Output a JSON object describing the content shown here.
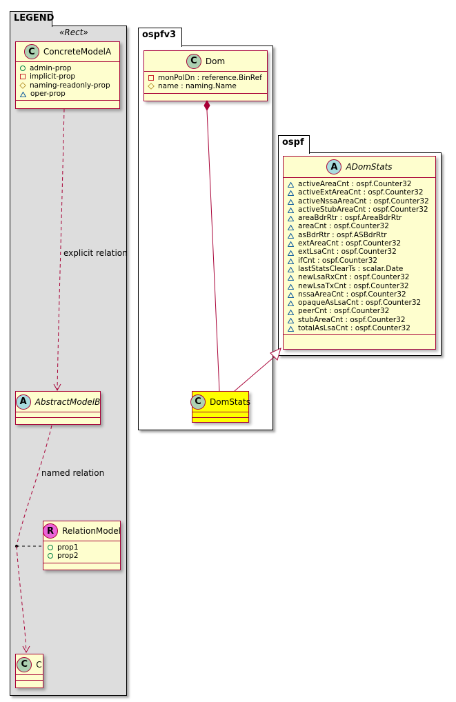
{
  "packages": [
    {
      "id": "legend",
      "name": "LEGEND",
      "fill": "#DDDDDD",
      "stereotype": "«Rect»"
    },
    {
      "id": "ospfv3",
      "name": "ospfv3",
      "fill": "#FFFFFF"
    },
    {
      "id": "ospf",
      "name": "ospf",
      "fill": "#FFFFFF"
    }
  ],
  "classes": [
    {
      "id": "concrete-model-a",
      "kind": "C",
      "name": "ConcreteModelA",
      "italic": false,
      "fill": "#FEFECE",
      "attributes": [
        {
          "vis": "+",
          "text": "admin-prop"
        },
        {
          "vis": "-",
          "text": "implicit-prop"
        },
        {
          "vis": "#",
          "text": "naming-readonly-prop"
        },
        {
          "vis": "~",
          "text": "oper-prop"
        }
      ]
    },
    {
      "id": "abstract-model-b",
      "kind": "A",
      "name": "AbstractModelB",
      "italic": true,
      "fill": "#FEFECE",
      "attributes": []
    },
    {
      "id": "relation-model",
      "kind": "R",
      "name": "RelationModel",
      "italic": false,
      "fill": "#FEFECE",
      "attributes": [
        {
          "vis": "+",
          "text": "prop1"
        },
        {
          "vis": "+",
          "text": "prop2"
        }
      ]
    },
    {
      "id": "c",
      "kind": "C",
      "name": "C",
      "italic": false,
      "fill": "#FEFECE",
      "attributes": []
    },
    {
      "id": "dom",
      "kind": "C",
      "name": "Dom",
      "italic": false,
      "fill": "#FEFECE",
      "attributes": [
        {
          "vis": "-",
          "text": "monPolDn : reference.BinRef"
        },
        {
          "vis": "#",
          "text": "name : naming.Name"
        }
      ]
    },
    {
      "id": "dom-stats",
      "kind": "C",
      "name": "DomStats",
      "italic": false,
      "fill": "#FFFF00",
      "attributes": []
    },
    {
      "id": "adom-stats",
      "kind": "A",
      "name": "ADomStats",
      "italic": true,
      "fill": "#FEFECE",
      "attributes": [
        {
          "vis": "~",
          "text": "activeAreaCnt : ospf.Counter32"
        },
        {
          "vis": "~",
          "text": "activeExtAreaCnt : ospf.Counter32"
        },
        {
          "vis": "~",
          "text": "activeNssaAreaCnt : ospf.Counter32"
        },
        {
          "vis": "~",
          "text": "activeStubAreaCnt : ospf.Counter32"
        },
        {
          "vis": "~",
          "text": "areaBdrRtr : ospf.AreaBdrRtr"
        },
        {
          "vis": "~",
          "text": "areaCnt : ospf.Counter32"
        },
        {
          "vis": "~",
          "text": "asBdrRtr : ospf.ASBdrRtr"
        },
        {
          "vis": "~",
          "text": "extAreaCnt : ospf.Counter32"
        },
        {
          "vis": "~",
          "text": "extLsaCnt : ospf.Counter32"
        },
        {
          "vis": "~",
          "text": "ifCnt : ospf.Counter32"
        },
        {
          "vis": "~",
          "text": "lastStatsClearTs : scalar.Date"
        },
        {
          "vis": "~",
          "text": "newLsaRxCnt : ospf.Counter32"
        },
        {
          "vis": "~",
          "text": "newLsaTxCnt : ospf.Counter32"
        },
        {
          "vis": "~",
          "text": "nssaAreaCnt : ospf.Counter32"
        },
        {
          "vis": "~",
          "text": "opaqueAsLsaCnt : ospf.Counter32"
        },
        {
          "vis": "~",
          "text": "peerCnt : ospf.Counter32"
        },
        {
          "vis": "~",
          "text": "stubAreaCnt : ospf.Counter32"
        },
        {
          "vis": "~",
          "text": "totalAsLsaCnt : ospf.Counter32"
        }
      ]
    }
  ],
  "relations": [
    {
      "id": "explicit",
      "from": "ConcreteModelA",
      "to": "AbstractModelB",
      "type": "dependency",
      "label": "explicit relation"
    },
    {
      "id": "named",
      "from": "AbstractModelB",
      "to": "C",
      "type": "dependency",
      "label": "named relation",
      "association_class": "RelationModel"
    },
    {
      "id": "composition",
      "from": "Dom",
      "to": "DomStats",
      "type": "composition",
      "label": ""
    },
    {
      "id": "inheritance",
      "from": "DomStats",
      "to": "ADomStats",
      "type": "generalization",
      "label": ""
    }
  ],
  "colors": {
    "border": "#A80036",
    "class_fill": "#FEFECE",
    "highlight": "#FFFF00",
    "spot_C": "#ADD1B2",
    "spot_A": "#A9DCDF",
    "spot_R": "#EB63D8",
    "vis_public": "#038048",
    "vis_private": "#C82930",
    "vis_protected": "#B38D22",
    "vis_package": "#1963A0"
  }
}
